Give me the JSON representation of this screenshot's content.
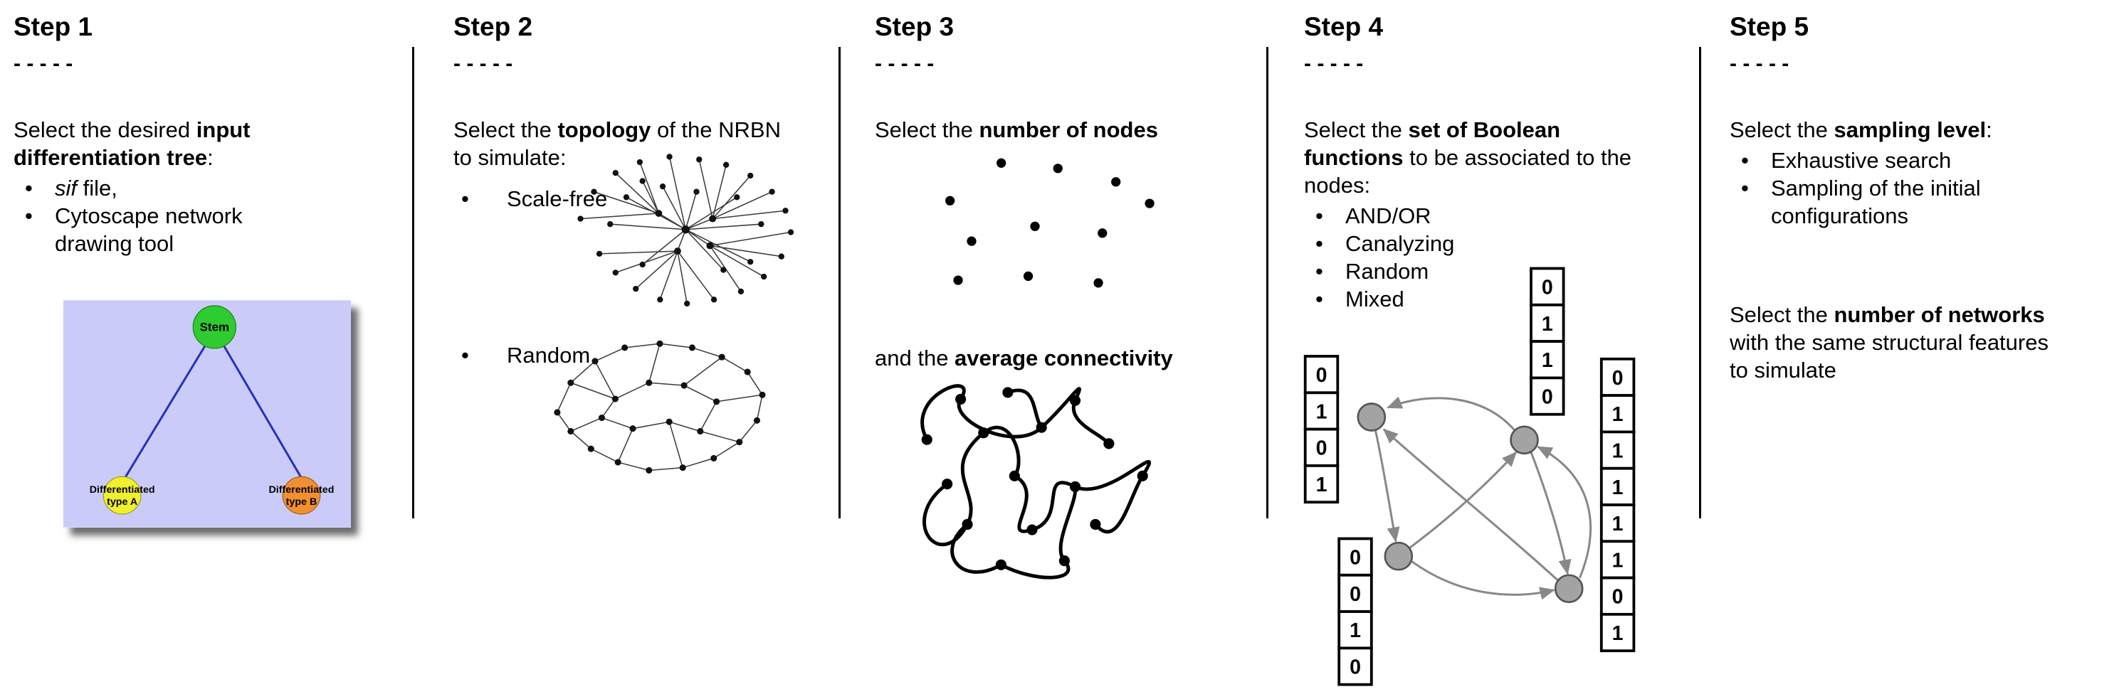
{
  "steps": [
    {
      "title": "Step 1",
      "dashes": "- - - - -",
      "intro": [
        {
          "t": "Select the desired "
        },
        {
          "t": "input differentiation tree",
          "b": true
        },
        {
          "t": ":"
        }
      ],
      "bullets": [
        [
          {
            "t": "sif",
            "i": true
          },
          {
            "t": " file,"
          }
        ],
        [
          {
            "t": "Cytoscape network drawing tool"
          }
        ]
      ],
      "tree": {
        "stem_label": "Stem",
        "type_a_line1": "Differentiated",
        "type_a_line2": "type A",
        "type_b_line1": "Differentiated",
        "type_b_line2": "type B",
        "colors": {
          "background": "#cbcbfa",
          "stem": "#2ecc2e",
          "type_a": "#f0f030",
          "type_b": "#f09030",
          "edge": "#2233bb"
        }
      }
    },
    {
      "title": "Step 2",
      "dashes": "- - - - -",
      "intro": [
        {
          "t": "Select the "
        },
        {
          "t": "topology",
          "b": true
        },
        {
          "t": " of the NRBN to simulate:"
        }
      ],
      "bullets": [
        [
          {
            "t": "Scale-free"
          }
        ],
        [
          {
            "t": "Random"
          }
        ]
      ]
    },
    {
      "title": "Step 3",
      "dashes": "- - - - -",
      "intro": [
        {
          "t": "Select the "
        },
        {
          "t": "number of nodes",
          "b": true
        }
      ],
      "connectivity": [
        {
          "t": "and the "
        },
        {
          "t": "average connectivity",
          "b": true
        }
      ]
    },
    {
      "title": "Step 4",
      "dashes": "- - - - -",
      "intro": [
        {
          "t": "Select the "
        },
        {
          "t": "set of Boolean functions",
          "b": true
        },
        {
          "t": " to be associated to the nodes:"
        }
      ],
      "bullets": [
        [
          {
            "t": "AND/OR"
          }
        ],
        [
          {
            "t": "Canalyzing"
          }
        ],
        [
          {
            "t": "Random"
          }
        ],
        [
          {
            "t": "Mixed"
          }
        ]
      ],
      "tables": {
        "left": [
          "0",
          "1",
          "0",
          "1"
        ],
        "top": [
          "0",
          "1",
          "1",
          "0"
        ],
        "right": [
          "0",
          "1",
          "1",
          "1",
          "1",
          "1",
          "0",
          "1"
        ],
        "bottom": [
          "0",
          "0",
          "1",
          "0"
        ]
      },
      "node_color": "#a3a3a3"
    },
    {
      "title": "Step 5",
      "dashes": "- - - - -",
      "intro": [
        {
          "t": "Select the "
        },
        {
          "t": "sampling level",
          "b": true
        },
        {
          "t": ":"
        }
      ],
      "bullets": [
        [
          {
            "t": "Exhaustive search"
          }
        ],
        [
          {
            "t": "Sampling of the initial configurations"
          }
        ]
      ],
      "networks": [
        {
          "t": "Select the "
        },
        {
          "t": "number of networks",
          "b": true
        },
        {
          "t": " with the same structural features to simulate"
        }
      ]
    }
  ]
}
